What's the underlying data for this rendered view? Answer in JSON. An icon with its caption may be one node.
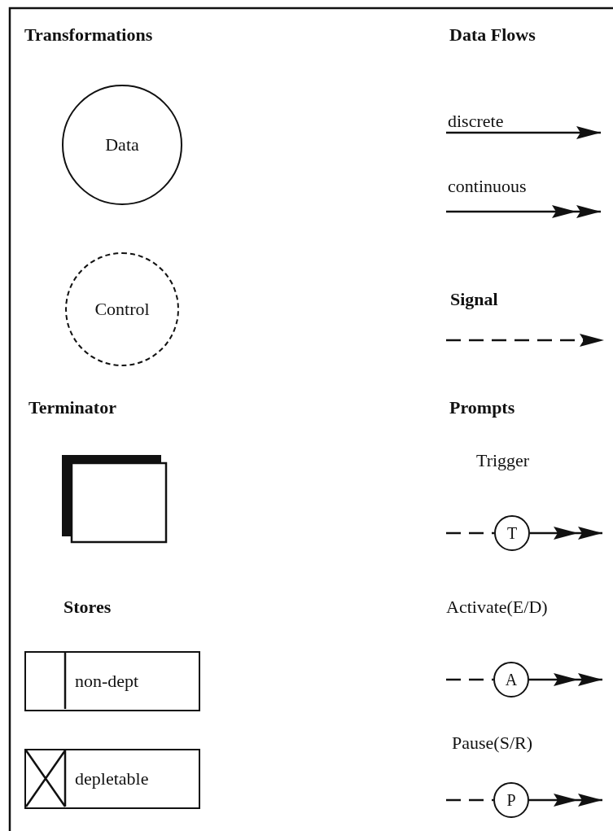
{
  "diagram": {
    "nodes": [
      {
        "text": [
          "Data"
        ]
      },
      {
        "text": [
          "Control"
        ]
      },
      {
        "text": [],
        "shape": "box"
      },
      {
        "text": [
          "non-dept"
        ]
      },
      {
        "text": [
          "depletable"
        ]
      },
      {
        "text": [
          "T"
        ],
        "beside": [
          "Trigger"
        ]
      },
      {
        "text": [
          "A"
        ],
        "beside": [
          "Activate(E/D)"
        ]
      },
      {
        "text": [
          "P"
        ],
        "beside": [
          "Pause(S/R)"
        ]
      }
    ],
    "edges": [
      {
        "from": null,
        "to": 5,
        "arrow": "none",
        "style": "dashed"
      },
      {
        "from": 5,
        "to": null,
        "arrow": "to"
      },
      {
        "from": null,
        "to": 6,
        "arrow": "none",
        "style": "dashed"
      },
      {
        "from": 6,
        "to": null,
        "arrow": "to"
      },
      {
        "from": null,
        "to": 7,
        "arrow": "none",
        "style": "dashed"
      },
      {
        "from": 7,
        "to": null,
        "arrow": "to"
      }
    ],
    "labels": [
      "Transformations",
      "Data Flows",
      "Signal",
      "Terminator",
      "Prompts",
      "Stores"
    ],
    "legend": [
      {
        "text": "discrete"
      },
      {
        "text": "continuous"
      }
    ]
  }
}
